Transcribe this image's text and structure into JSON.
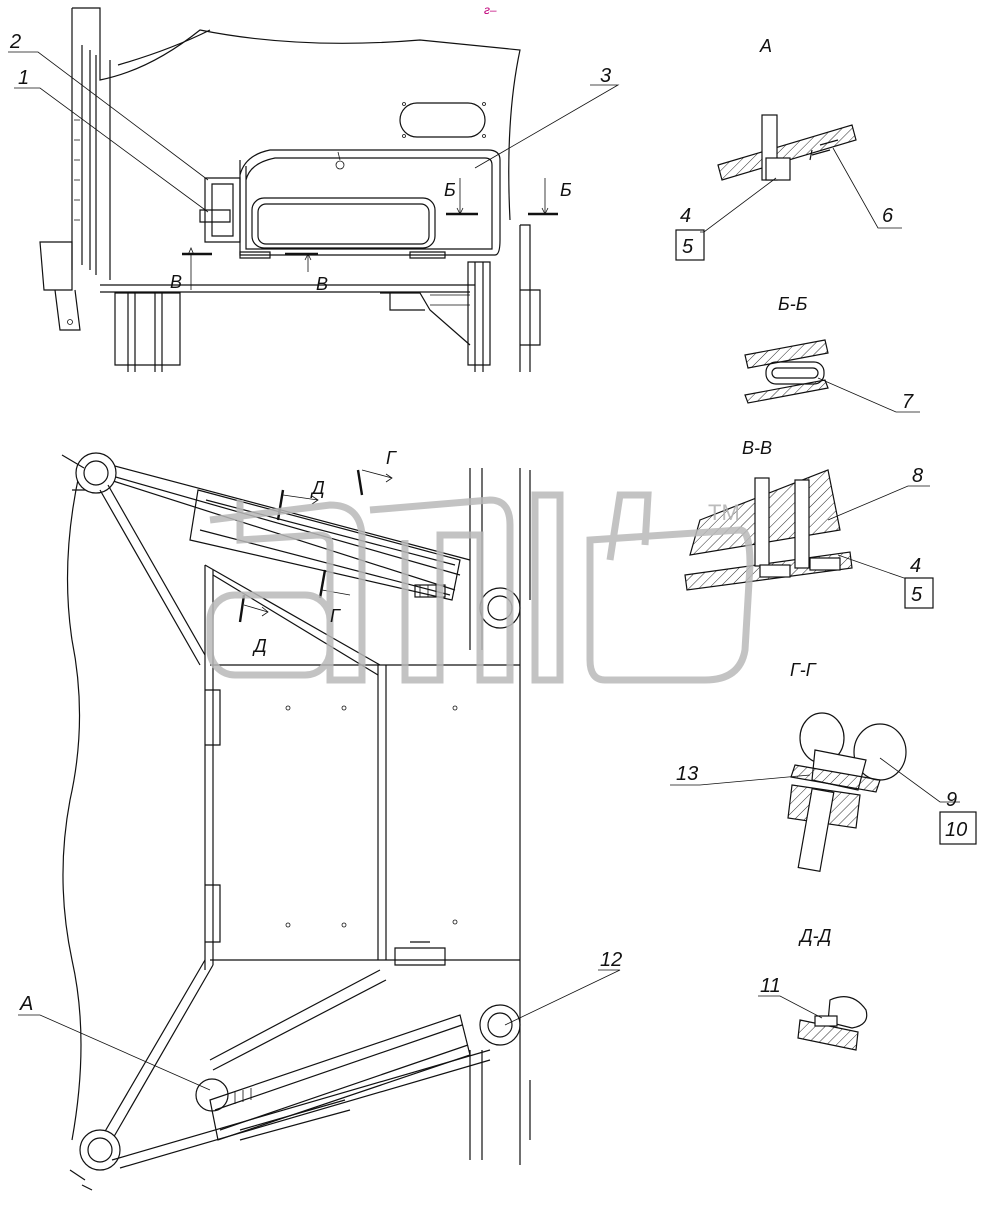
{
  "watermark": {
    "text": "alfa",
    "mark": "TM",
    "color": "#b9b9b9"
  },
  "top_mark": "г–",
  "callouts": [
    "1",
    "2",
    "3",
    "4",
    "5",
    "6",
    "7",
    "8",
    "4",
    "5",
    "9",
    "10",
    "11",
    "12",
    "13"
  ],
  "section_marks": {
    "b_left": "Б",
    "b_right": "Б",
    "v_left": "В",
    "v_right": "В",
    "g_top": "Г",
    "g_mid": "Г",
    "d_top": "Д",
    "d_mid": "Д",
    "a_ref": "А"
  },
  "views": {
    "a": "А",
    "bb": "Б-Б",
    "vv": "В-В",
    "gg": "Г-Г",
    "dd": "Д-Д"
  }
}
